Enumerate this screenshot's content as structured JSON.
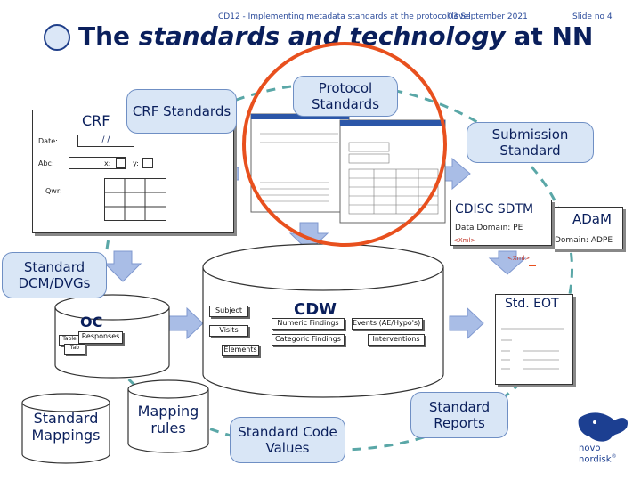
{
  "header": {
    "course": "CD12 - Implementing metadata standards at the protocol level",
    "date": "03 September 2021",
    "slide": "Slide no 4"
  },
  "title": {
    "part1": "The ",
    "part2": "standards and technology",
    "part3": " at NN"
  },
  "callouts": {
    "crf_standards": "CRF Standards",
    "protocol_standards": "Protocol Standards",
    "submission_standard": "Submission Standard",
    "standard_dcm": "Standard DCM/DVGs",
    "standard_reports": "Standard Reports",
    "standard_code_values": "Standard Code Values"
  },
  "crf": {
    "title": "CRF",
    "date_label": "Date:",
    "date_value": "/ /",
    "abc_label": "Abc:",
    "x_label": "x:",
    "y_label": "y:",
    "qwr_label": "Qwr:"
  },
  "sdtm": {
    "title": "CDISC SDTM",
    "domain": "Data Domain: PE",
    "xml": "<Xml>"
  },
  "adam": {
    "title": "ADaM",
    "domain": "Domain: ADPE",
    "xml": "<Xml>"
  },
  "cdw": {
    "title": "CDW",
    "subject": "Subject",
    "visits": "Visits",
    "elements": "Elements",
    "numeric": "Numeric Findings",
    "categoric": "Categoric Findings",
    "events": "Events (AE/Hypo's)",
    "interventions": "Interventions"
  },
  "oc": {
    "title": "OC",
    "table1": "Table",
    "responses": "Responses",
    "table2": "Tab"
  },
  "std_eot": {
    "title": "Std. EOT"
  },
  "cylinders": {
    "mappings": "Standard Mappings",
    "mapping_rules": "Mapping rules"
  },
  "logo": {
    "brand": "novo nordisk",
    "mark": "®"
  },
  "colors": {
    "callout_fill": "#d9e6f6",
    "arrow_fill": "#a9bde6",
    "circle": "#e8501e",
    "dashed": "#5aa7a7",
    "title": "#0a1f5c"
  }
}
